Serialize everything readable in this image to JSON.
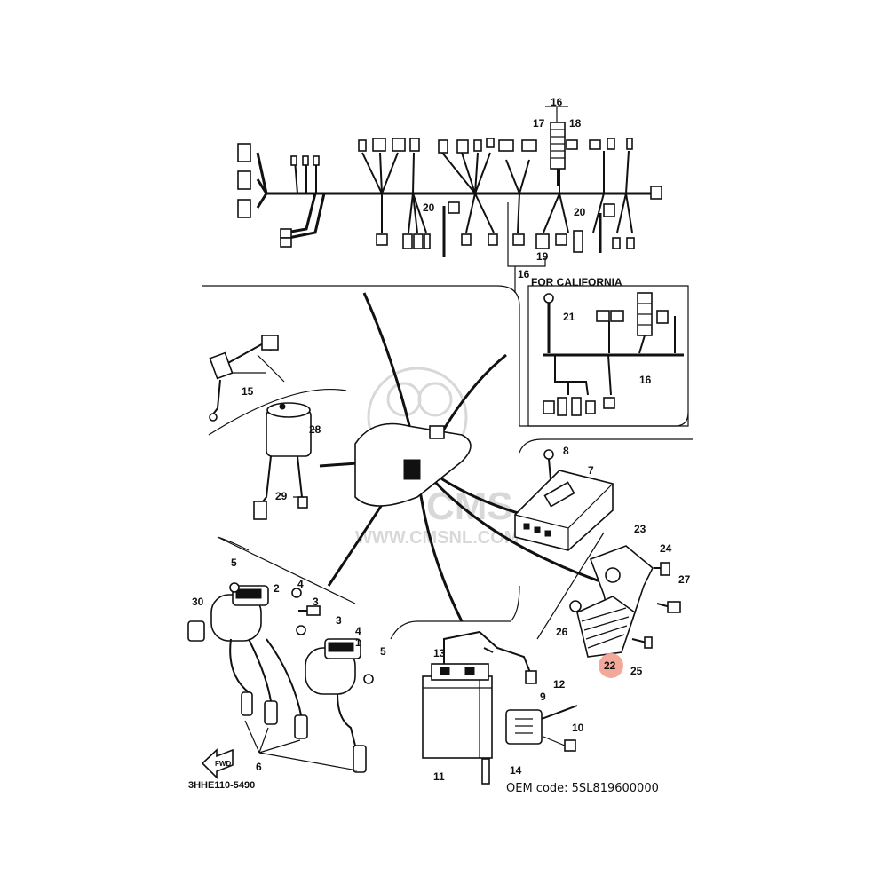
{
  "diagram_code": "3HHE110-5490",
  "oem_code_text": "OEM code: 5SL819600000",
  "inset_title": "FOR CALIFORNIA",
  "front_arrow_label": "FWD",
  "watermark_text": "WWW.CMSNL.COM",
  "watermark_logo": "CMS",
  "highlight_color": "#f4a89a",
  "highlighted_part": "22",
  "callouts": {
    "p1": "1",
    "p2": "2",
    "p3a": "3",
    "p3b": "3",
    "p4a": "4",
    "p4b": "4",
    "p5a": "5",
    "p5b": "5",
    "p6": "6",
    "p7": "7",
    "p8": "8",
    "p9": "9",
    "p10": "10",
    "p11": "11",
    "p12": "12",
    "p13": "13",
    "p14": "14",
    "p15": "15",
    "p16a": "16",
    "p16b": "16",
    "p16c": "16",
    "p17": "17",
    "p18": "18",
    "p19": "19",
    "p20a": "20",
    "p20b": "20",
    "p21": "21",
    "p22": "22",
    "p23": "23",
    "p24": "24",
    "p25": "25",
    "p26": "26",
    "p27": "27",
    "p28": "28",
    "p29": "29",
    "p30": "30"
  }
}
